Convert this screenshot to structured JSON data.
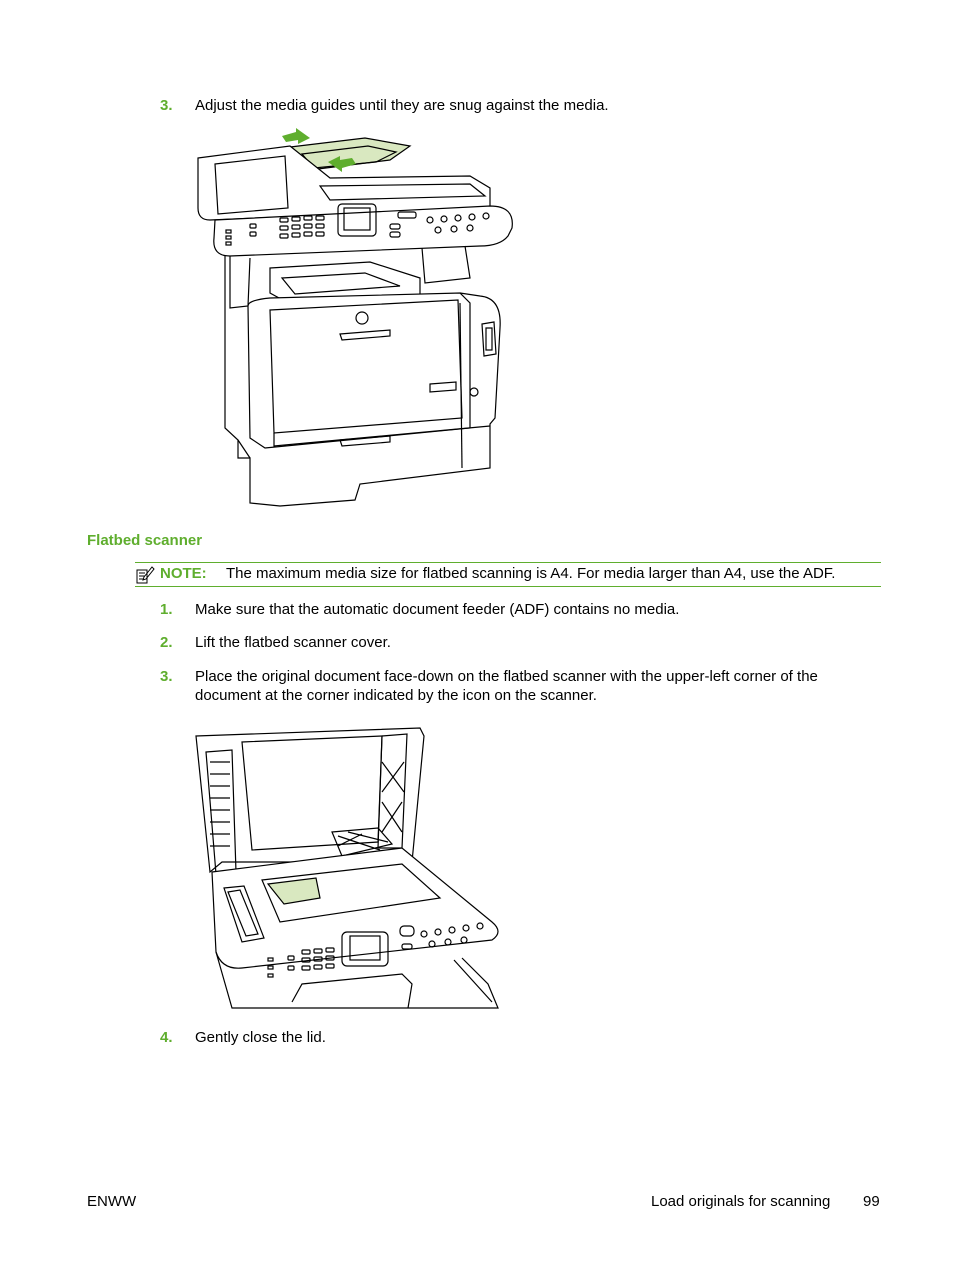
{
  "steps_top": [
    {
      "number": "3.",
      "text": "Adjust the media guides until they are snug against the media."
    }
  ],
  "section": {
    "heading": "Flatbed scanner"
  },
  "note": {
    "label": "NOTE:",
    "text": "The maximum media size for flatbed scanning is A4. For media larger than A4, use the ADF."
  },
  "steps_flatbed": [
    {
      "number": "1.",
      "text": "Make sure that the automatic document feeder (ADF) contains no media."
    },
    {
      "number": "2.",
      "text": "Lift the flatbed scanner cover."
    },
    {
      "number": "3.",
      "text": "Place the original document face-down on the flatbed scanner with the upper-left corner of the document at the corner indicated by the icon on the scanner."
    },
    {
      "number": "4.",
      "text": "Gently close the lid."
    }
  ],
  "footer": {
    "left": "ENWW",
    "section": "Load originals for scanning",
    "page": "99"
  },
  "colors": {
    "accent": "#5fae2e",
    "paper_fill": "#d9e8c0",
    "arrow_fill": "#5fae2e"
  },
  "icons": [
    "note-icon"
  ]
}
